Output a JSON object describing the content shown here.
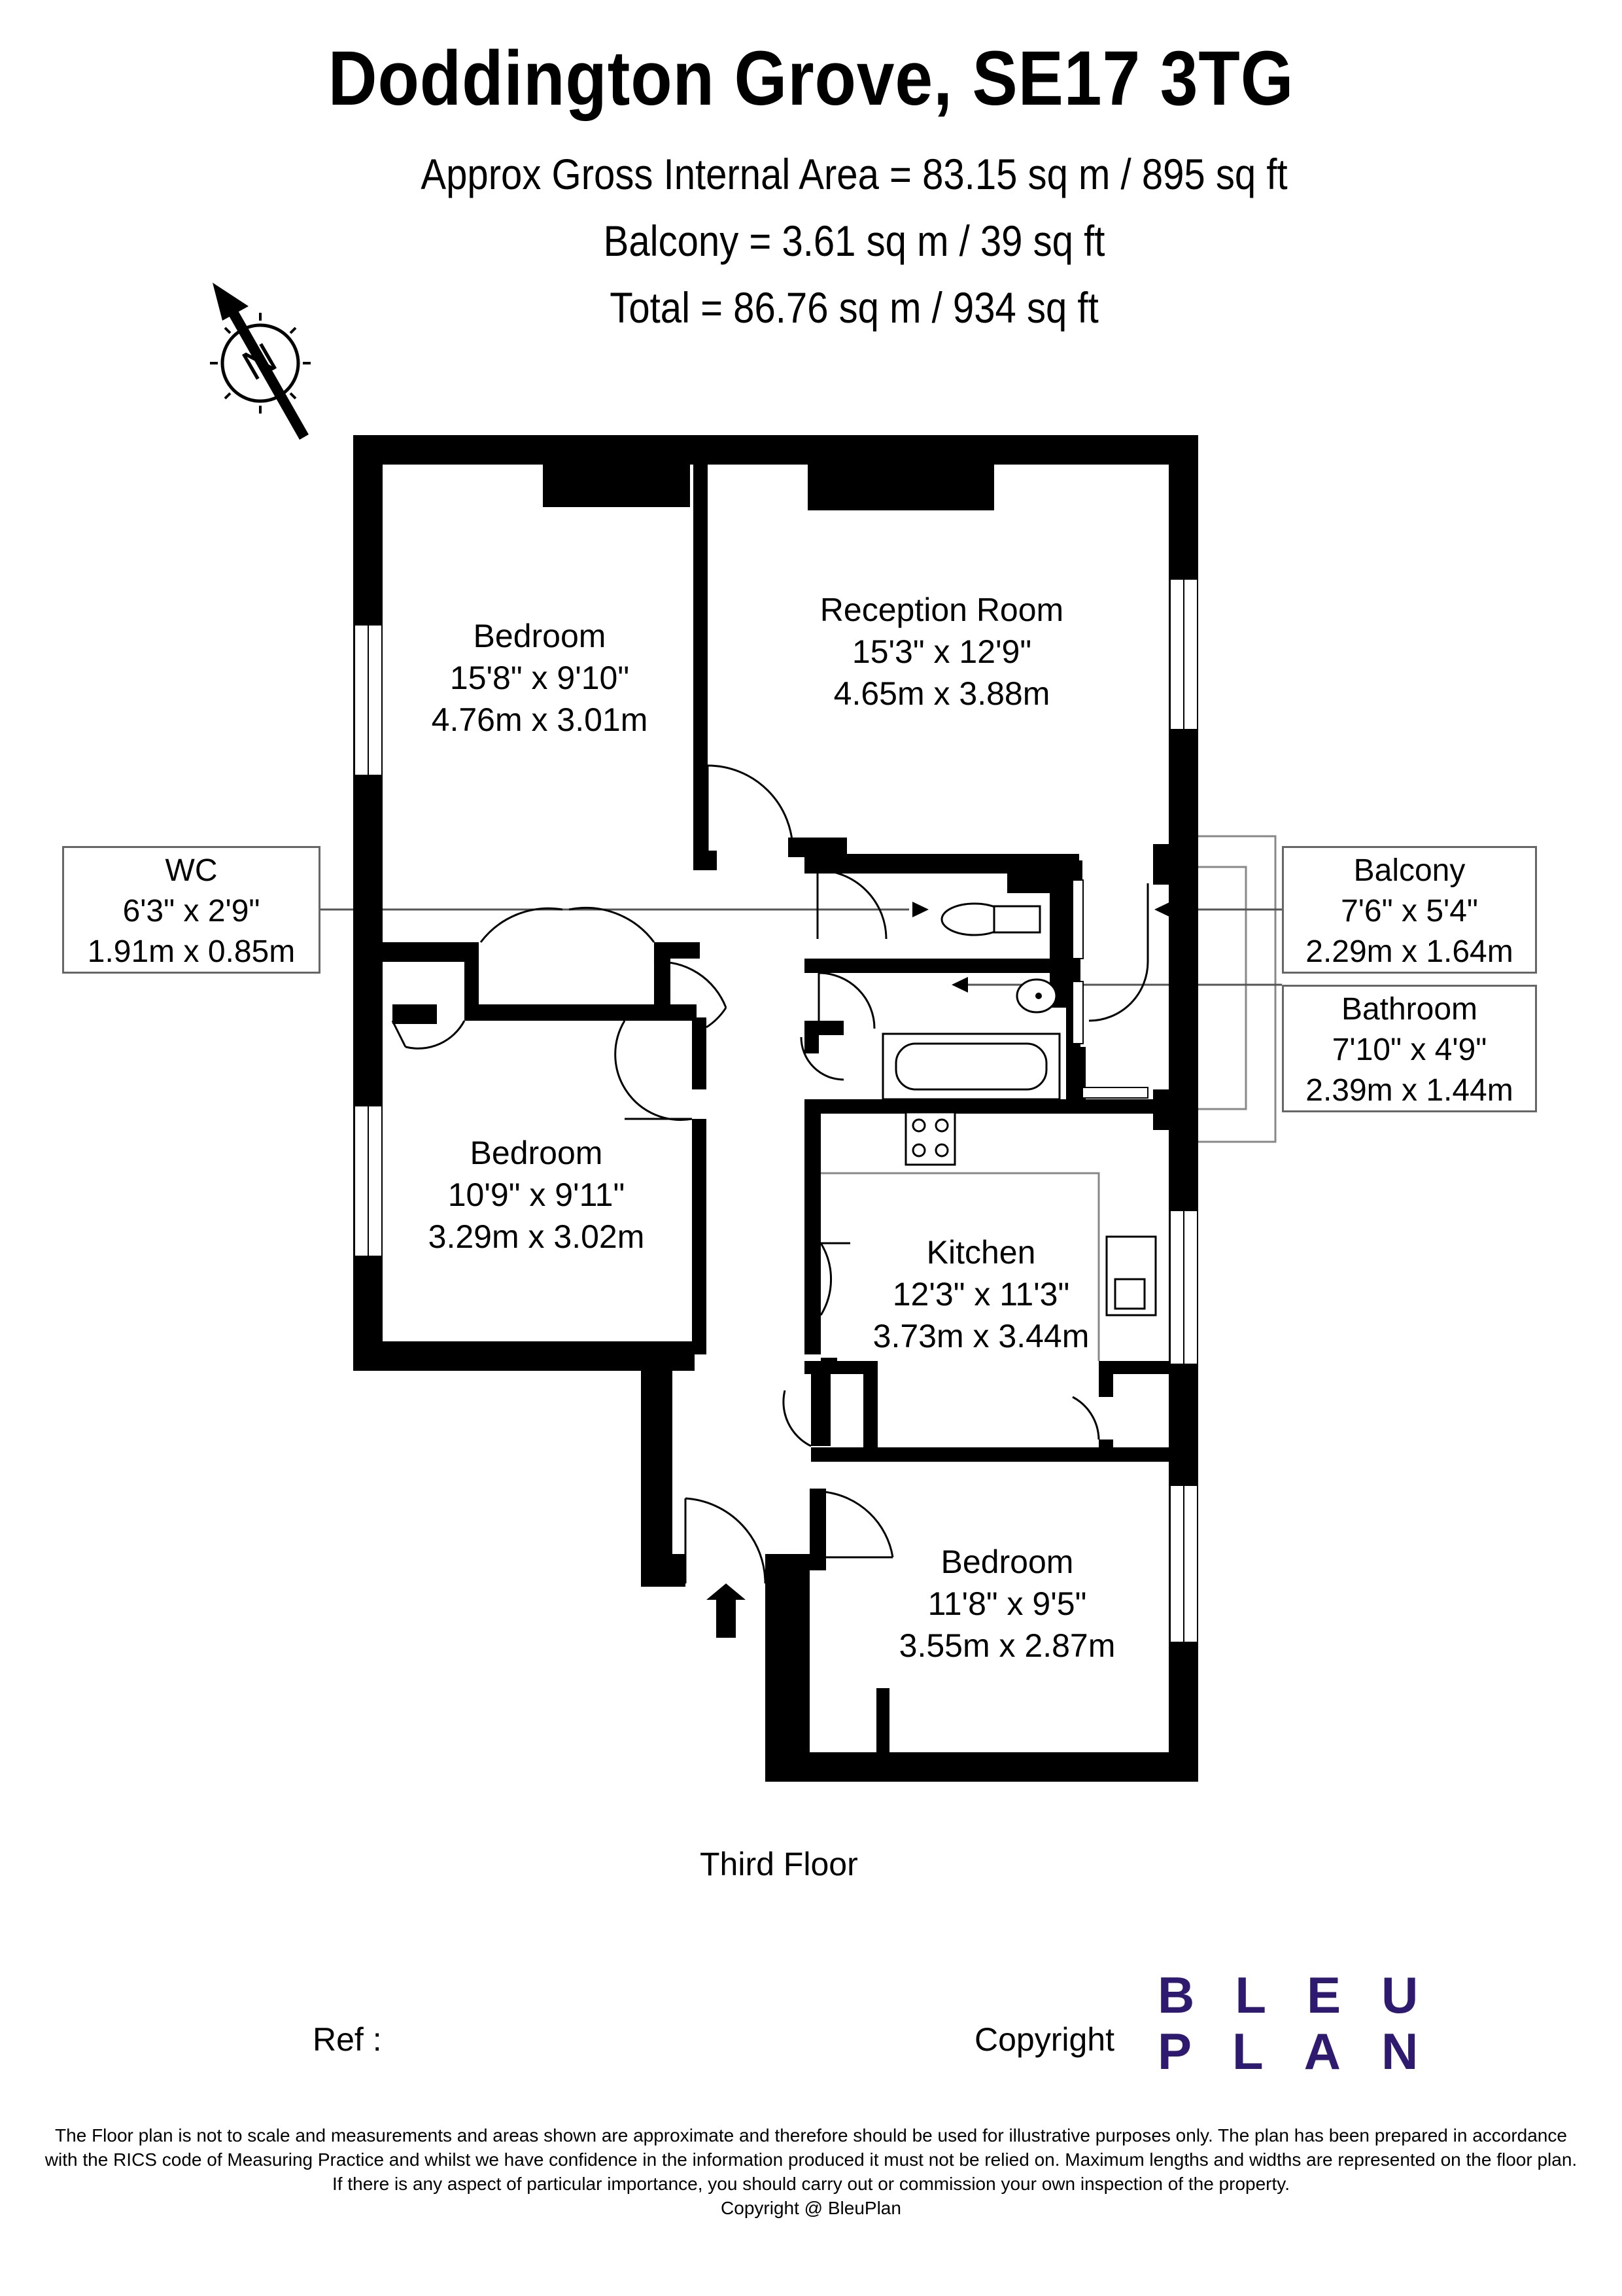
{
  "title": "Doddington Grove, SE17 3TG",
  "areas": {
    "gross": "Approx Gross Internal Area = 83.15 sq m / 895 sq ft",
    "balcony": "Balcony = 3.61 sq m / 39 sq ft",
    "total": "Total = 86.76 sq m / 934 sq ft"
  },
  "compass": {
    "letter": "N"
  },
  "rooms": {
    "bedroom1": {
      "name": "Bedroom",
      "imperial": "15'8\" x 9'10\"",
      "metric": "4.76m x 3.01m"
    },
    "reception": {
      "name": "Reception Room",
      "imperial": "15'3\" x 12'9\"",
      "metric": "4.65m x 3.88m"
    },
    "bedroom2": {
      "name": "Bedroom",
      "imperial": "10'9\" x 9'11\"",
      "metric": "3.29m x 3.02m"
    },
    "kitchen": {
      "name": "Kitchen",
      "imperial": "12'3\" x 11'3\"",
      "metric": "3.73m x 3.44m"
    },
    "bedroom3": {
      "name": "Bedroom",
      "imperial": "11'8\" x 9'5\"",
      "metric": "3.55m x 2.87m"
    }
  },
  "callouts": {
    "wc": {
      "name": "WC",
      "imperial": "6'3\" x 2'9\"",
      "metric": "1.91m x 0.85m"
    },
    "balcony": {
      "name": "Balcony",
      "imperial": "7'6\" x 5'4\"",
      "metric": "2.29m x 1.64m"
    },
    "bathroom": {
      "name": "Bathroom",
      "imperial": "7'10\" x 4'9\"",
      "metric": "2.39m x 1.44m"
    }
  },
  "floor": "Third Floor",
  "ref": "Ref  :",
  "copyright": "Copyright",
  "logo": {
    "line1": "BLEU",
    "line2": "PLAN",
    "color": "#2e1a6e"
  },
  "disclaimer": {
    "line1": "The Floor plan is not to scale and measurements and areas shown are approximate and therefore should be used for illustrative purposes only. The plan has been prepared in accordance",
    "line2": "with the RICS code of Measuring Practice and whilst we have confidence in the information produced it must not be relied on. Maximum lengths and widths are represented on the floor plan.",
    "line3": "If there is any aspect of particular importance, you should carry out or commission your own inspection of the property.",
    "line4": "Copyright @ BleuPlan"
  }
}
